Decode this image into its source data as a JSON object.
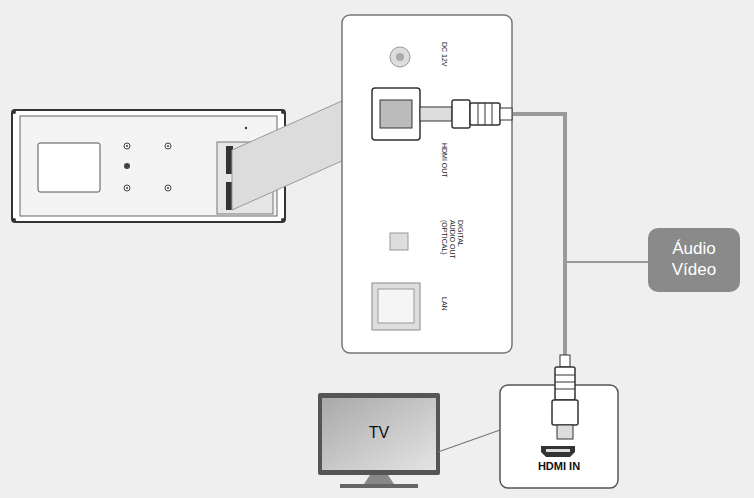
{
  "diagram": {
    "nodes": [
      {
        "text": [
          "DC 12V",
          "HDMI OUT",
          "DIGITAL AUDIO OUT (OPTICAL)",
          "LAN"
        ]
      },
      {
        "text": [
          "HDMI IN"
        ]
      },
      {
        "text": [
          "TV"
        ]
      },
      {
        "text": [
          "Áudio Vídeo"
        ]
      }
    ],
    "edges": [
      {
        "from": 0,
        "to": 1,
        "arrow": "none"
      },
      {
        "from": 2,
        "to": 1,
        "arrow": "none"
      }
    ]
  }
}
